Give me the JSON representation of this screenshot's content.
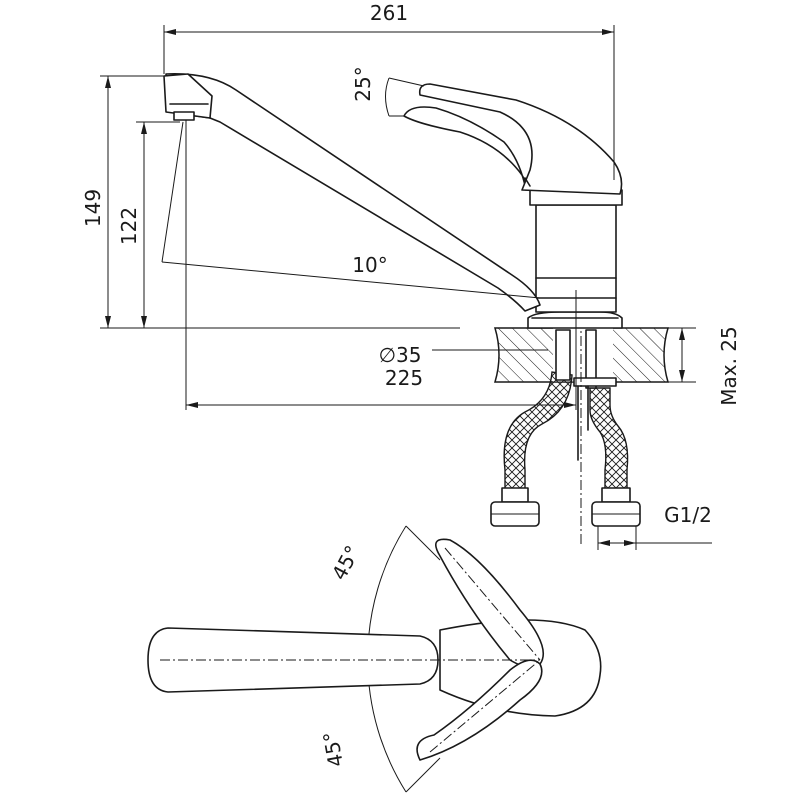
{
  "dimensions": {
    "overall_width": "261",
    "total_height": "149",
    "spout_height": "122",
    "lever_angle": "25°",
    "spout_angle": "10°",
    "base_diameter": "∅35",
    "spout_reach": "225",
    "max_thickness": "Max. 25",
    "thread": "G1/2",
    "swivel_angle_top": "45°",
    "swivel_angle_bottom": "45°"
  },
  "colors": {
    "line": "#1a1a1a",
    "background": "#ffffff"
  }
}
